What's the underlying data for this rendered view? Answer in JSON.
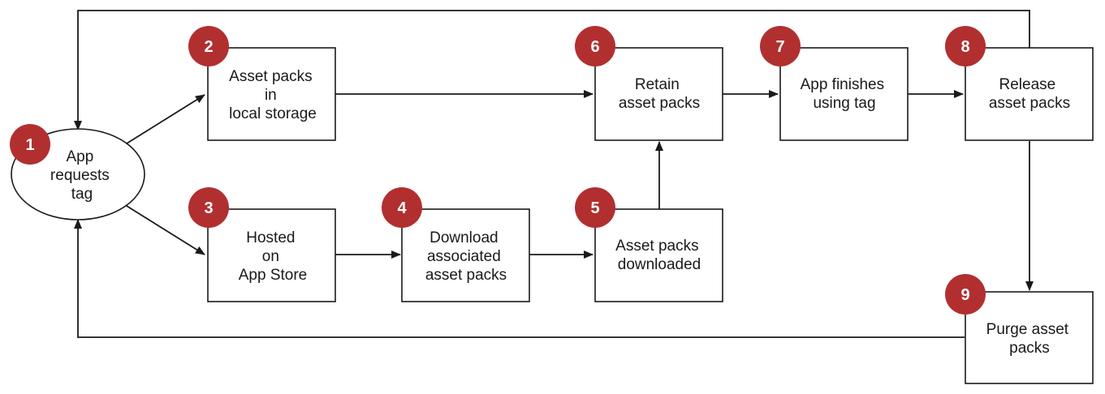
{
  "colors": {
    "badge": "#b22f30",
    "badge_text": "#ffffff",
    "stroke": "#1a1a1a",
    "background": "#ffffff"
  },
  "nodes": {
    "n1": {
      "badge": "1",
      "lines": [
        "App",
        "requests",
        "tag"
      ]
    },
    "n2": {
      "badge": "2",
      "lines": [
        "Asset packs",
        "in",
        "local storage"
      ]
    },
    "n3": {
      "badge": "3",
      "lines": [
        "Hosted",
        "on",
        "App Store"
      ]
    },
    "n4": {
      "badge": "4",
      "lines": [
        "Download",
        "associated",
        "asset packs"
      ]
    },
    "n5": {
      "badge": "5",
      "lines": [
        "Asset packs",
        "downloaded"
      ]
    },
    "n6": {
      "badge": "6",
      "lines": [
        "Retain",
        "asset packs"
      ]
    },
    "n7": {
      "badge": "7",
      "lines": [
        "App finishes",
        "using tag"
      ]
    },
    "n8": {
      "badge": "8",
      "lines": [
        "Release",
        "asset packs"
      ]
    },
    "n9": {
      "badge": "9",
      "lines": [
        "Purge asset",
        "packs"
      ]
    }
  },
  "edges": [
    {
      "from": "n1",
      "to": "n2"
    },
    {
      "from": "n1",
      "to": "n3"
    },
    {
      "from": "n2",
      "to": "n6"
    },
    {
      "from": "n3",
      "to": "n4"
    },
    {
      "from": "n4",
      "to": "n5"
    },
    {
      "from": "n5",
      "to": "n6"
    },
    {
      "from": "n6",
      "to": "n7"
    },
    {
      "from": "n7",
      "to": "n8"
    },
    {
      "from": "n8",
      "to": "n9"
    },
    {
      "from": "n8",
      "to": "n1"
    },
    {
      "from": "n9",
      "to": "n1"
    }
  ]
}
